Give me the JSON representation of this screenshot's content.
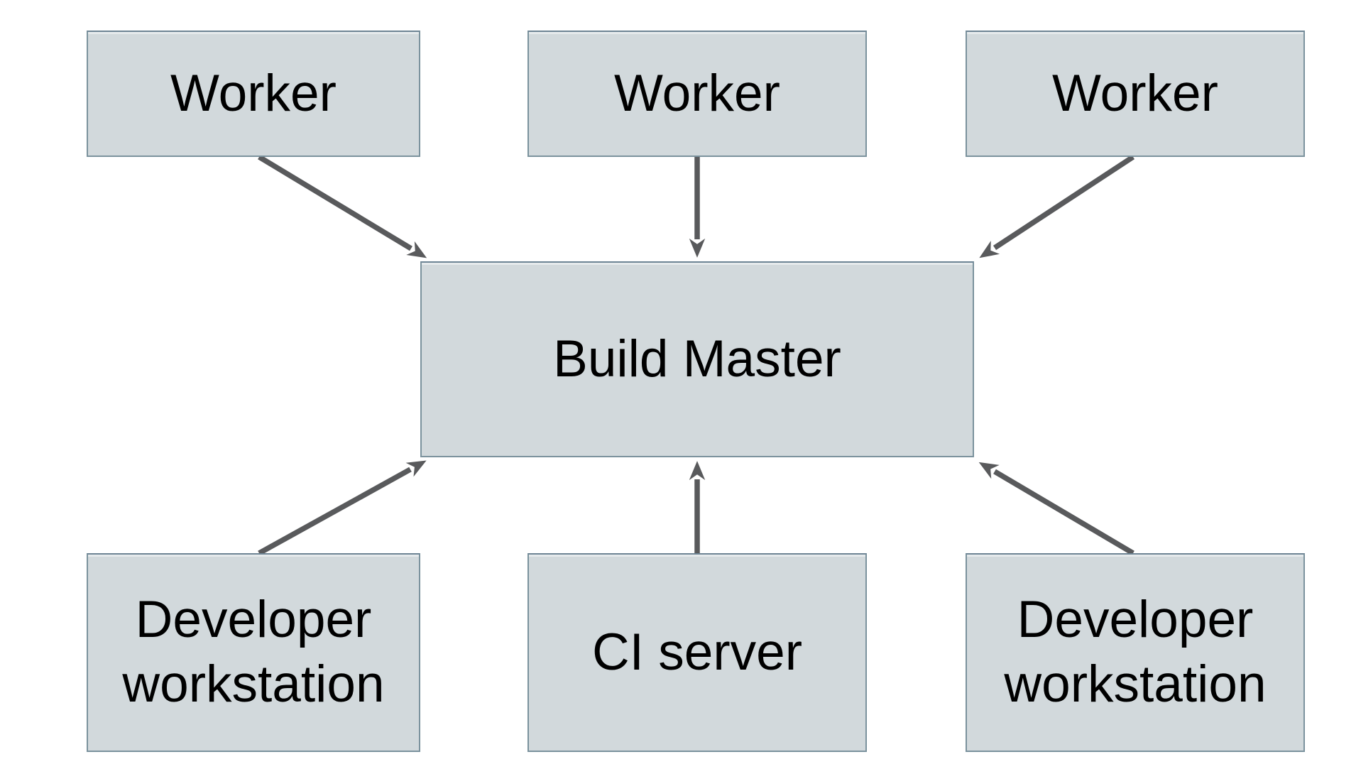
{
  "diagram": {
    "description": "Build system architecture diagram: three Worker nodes and three client nodes all pointing into a central Build Master node",
    "nodes": [
      {
        "id": "worker-1",
        "label": "Worker"
      },
      {
        "id": "worker-2",
        "label": "Worker"
      },
      {
        "id": "worker-3",
        "label": "Worker"
      },
      {
        "id": "build-master",
        "label": "Build Master"
      },
      {
        "id": "developer-workstation-left",
        "label": "Developer workstation"
      },
      {
        "id": "ci-server",
        "label": "CI server"
      },
      {
        "id": "developer-workstation-right",
        "label": "Developer workstation"
      }
    ],
    "edges": [
      {
        "from": "worker-1",
        "to": "build-master"
      },
      {
        "from": "worker-2",
        "to": "build-master"
      },
      {
        "from": "worker-3",
        "to": "build-master"
      },
      {
        "from": "developer-workstation-left",
        "to": "build-master"
      },
      {
        "from": "ci-server",
        "to": "build-master"
      },
      {
        "from": "developer-workstation-right",
        "to": "build-master"
      }
    ],
    "colors": {
      "background": "#ffffff",
      "node_fill": "#d2d9dc",
      "node_border": "#7b929d",
      "arrow": "#595a5c",
      "text": "#000000"
    }
  }
}
